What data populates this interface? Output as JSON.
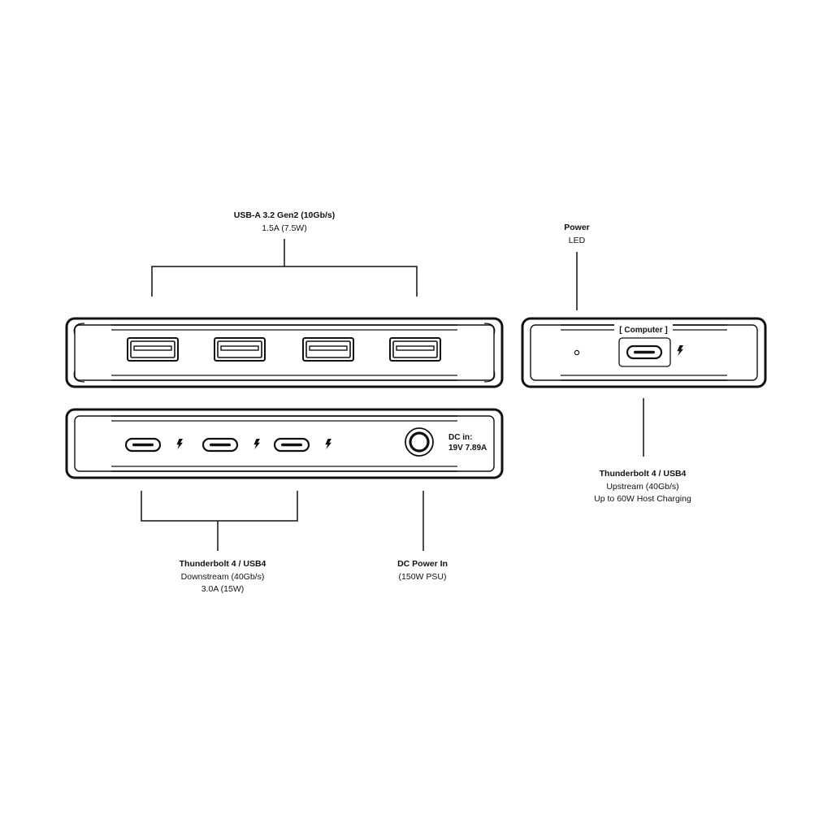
{
  "labels": {
    "usb_a": {
      "title": "USB-A 3.2 Gen2 (10Gb/s)",
      "line1": "1.5A (7.5W)"
    },
    "power_led": {
      "title": "Power",
      "line1": "LED"
    },
    "tb_downstream": {
      "title": "Thunderbolt 4 / USB4",
      "line1": "Downstream (40Gb/s)",
      "line2": "3.0A (15W)"
    },
    "dc_power": {
      "title": "DC Power In",
      "line1": "(150W PSU)"
    },
    "tb_upstream": {
      "title": "Thunderbolt 4 / USB4",
      "line1": "Upstream (40Gb/s)",
      "line2": "Up to 60W Host Charging"
    }
  },
  "device": {
    "computer_tag": "[ Computer ]",
    "dc_in_line1": "DC in:",
    "dc_in_line2": "19V 7.89A"
  },
  "ports": {
    "usb_a_count": 4,
    "thunderbolt_downstream_count": 3,
    "thunderbolt_upstream_count": 1
  },
  "icons": [
    "thunderbolt-icon",
    "usb-a-port",
    "usb-c-port",
    "dc-barrel-jack",
    "led-indicator"
  ],
  "colors": {
    "stroke": "#111111",
    "background": "#ffffff"
  }
}
